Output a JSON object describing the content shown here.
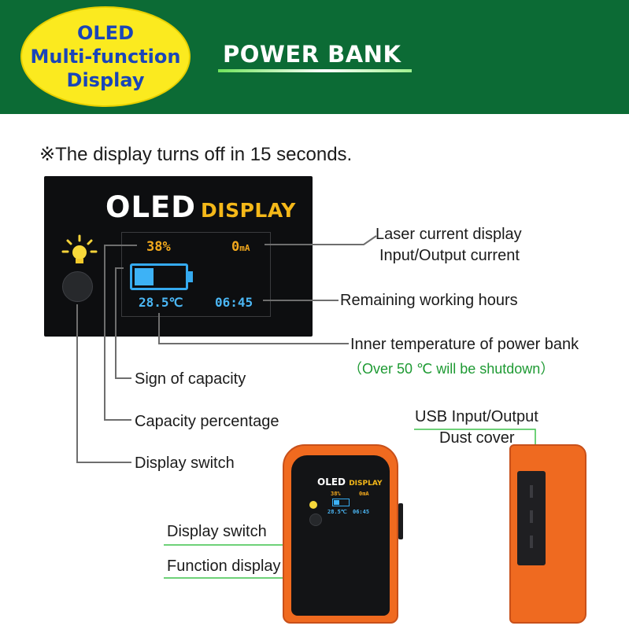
{
  "banner": {
    "badge_lines": [
      "OLED",
      "Multi-function",
      "Display"
    ],
    "title": "POWER BANK"
  },
  "note": "※The display turns off in 15 seconds.",
  "oled_panel": {
    "title": "OLED",
    "title_suffix": "DISPLAY",
    "percentage": "38%",
    "current_value": "0",
    "current_unit": "mA",
    "temperature": "28.5℃",
    "time": "06:45",
    "battery_fill_fraction": 0.38
  },
  "labels": {
    "laser_current_line1": "Laser current display",
    "laser_current_line2": "Input/Output current",
    "remaining_hours": "Remaining working hours",
    "inner_temperature": "Inner temperature of power bank",
    "shutdown_note": "（Over 50 ℃ will  be shutdown）",
    "sign_of_capacity": "Sign of capacity",
    "capacity_percentage": "Capacity percentage",
    "display_switch": "Display switch",
    "usb_line1": "USB Input/Output",
    "usb_line2": "Dust cover",
    "display_switch_2": "Display switch",
    "function_display": "Function display"
  },
  "device": {
    "title": "OLED",
    "title_suffix": "DISPLAY",
    "percentage": "38%",
    "current": "0mA",
    "temperature": "28.5℃",
    "time": "06:45"
  },
  "colors": {
    "banner_green": "#0c6b35",
    "badge_yellow": "#fbea1f",
    "oled_orange": "#f2a81d",
    "oled_blue": "#4bb7f5",
    "device_orange": "#f06a1f",
    "note_green": "#1e9a33"
  }
}
